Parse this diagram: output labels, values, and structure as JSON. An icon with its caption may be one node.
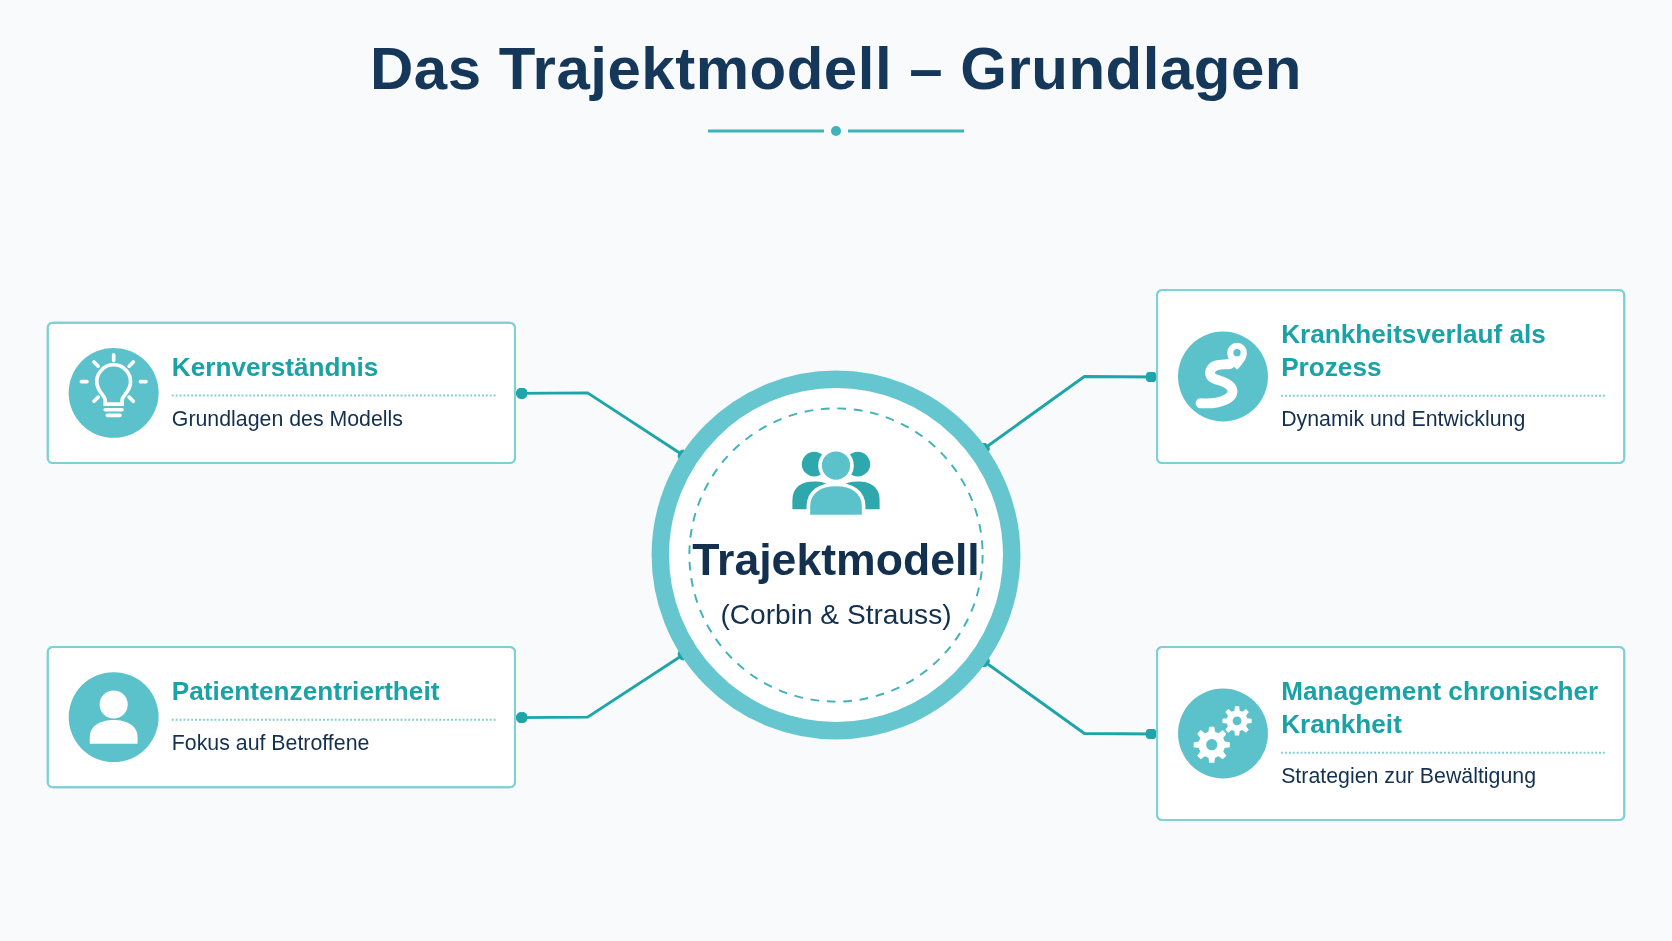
{
  "diagram": {
    "title": "Das Trajektmodell – Grundlagen",
    "nodes": [
      {
        "text": [
          "Kernverständnis",
          "Grundlagen des Modells"
        ]
      },
      {
        "text": [
          "Krankheitsverlauf als Prozess",
          "Dynamik und Entwicklung"
        ]
      },
      {
        "text": [
          "Trajektmodell",
          "(Corbin & Strauss)"
        ]
      },
      {
        "text": [
          "Patientenzentriertheit",
          "Fokus auf Betroffene"
        ]
      },
      {
        "text": [
          "Management chronischer Krankheit",
          "Strategien zur Bewältigung"
        ]
      }
    ],
    "edges": [
      {
        "from": 0,
        "to": 2,
        "arrow": "other"
      },
      {
        "from": 2,
        "to": 1,
        "arrow": "other"
      },
      {
        "from": 3,
        "to": 2,
        "arrow": "other"
      },
      {
        "from": 2,
        "to": 4,
        "arrow": "other"
      }
    ]
  }
}
